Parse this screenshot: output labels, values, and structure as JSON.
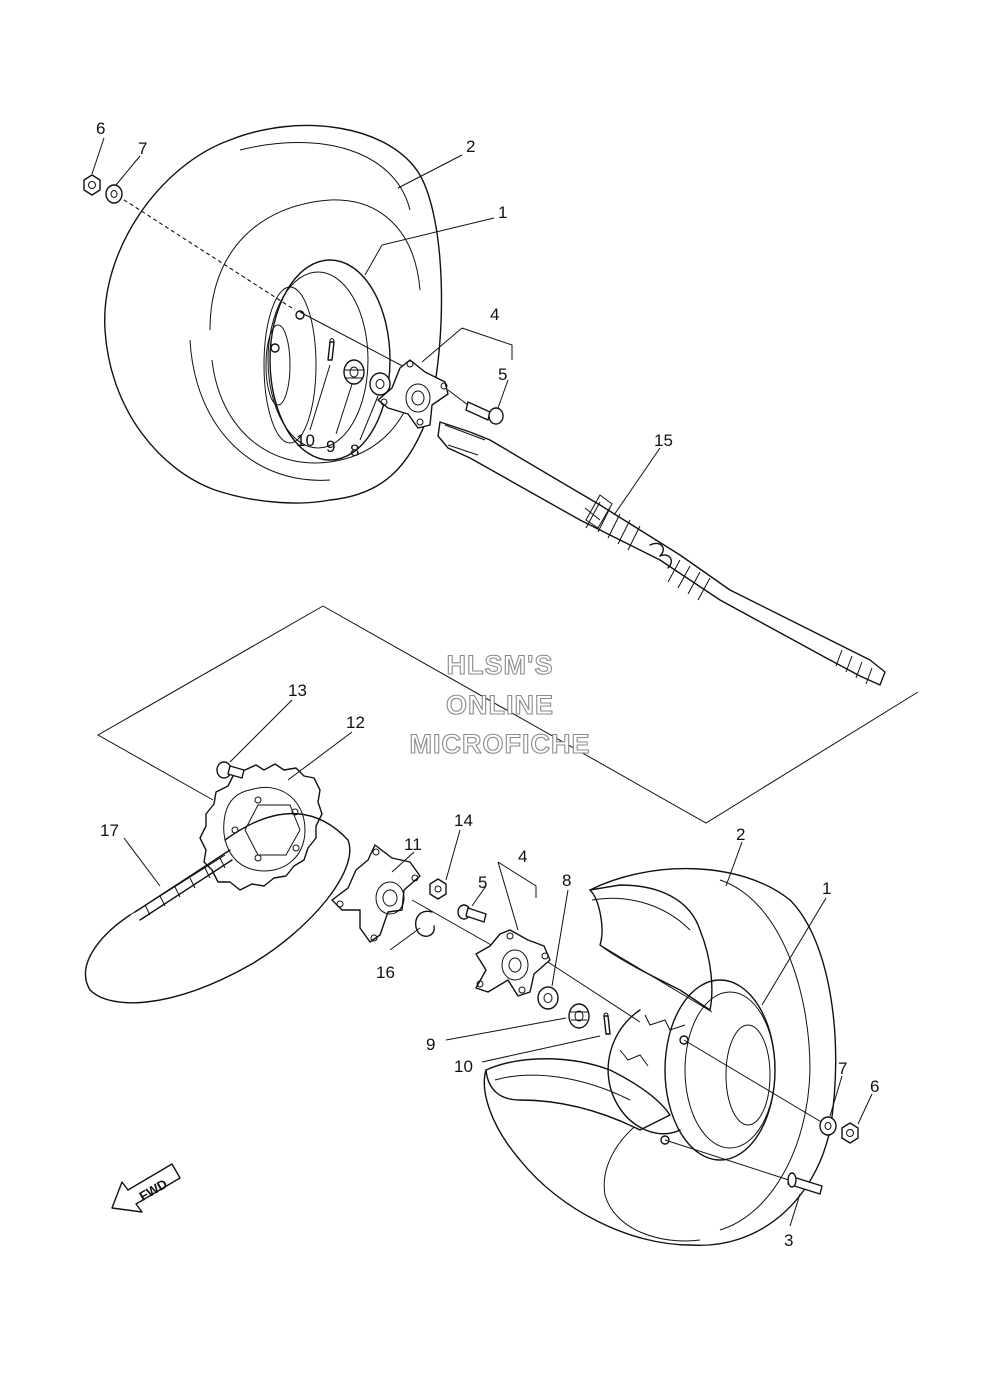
{
  "watermark": {
    "line1": "HLSM'S",
    "line2": "ONLINE",
    "line3": "MICROFICHE"
  },
  "direction_arrow": {
    "label": "FWD"
  },
  "callouts": [
    {
      "id": "c6a",
      "label": "6"
    },
    {
      "id": "c7a",
      "label": "7"
    },
    {
      "id": "c2a",
      "label": "2"
    },
    {
      "id": "c1a",
      "label": "1"
    },
    {
      "id": "c4a",
      "label": "4"
    },
    {
      "id": "c5a",
      "label": "5"
    },
    {
      "id": "c15",
      "label": "15"
    },
    {
      "id": "c10a",
      "label": "10"
    },
    {
      "id": "c9a",
      "label": "9"
    },
    {
      "id": "c8a",
      "label": "8"
    },
    {
      "id": "c13",
      "label": "13"
    },
    {
      "id": "c12",
      "label": "12"
    },
    {
      "id": "c17",
      "label": "17"
    },
    {
      "id": "c11",
      "label": "11"
    },
    {
      "id": "c14",
      "label": "14"
    },
    {
      "id": "c4b",
      "label": "4"
    },
    {
      "id": "c5b",
      "label": "5"
    },
    {
      "id": "c8b",
      "label": "8"
    },
    {
      "id": "c2b",
      "label": "2"
    },
    {
      "id": "c1b",
      "label": "1"
    },
    {
      "id": "c16",
      "label": "16"
    },
    {
      "id": "c9b",
      "label": "9"
    },
    {
      "id": "c10b",
      "label": "10"
    },
    {
      "id": "c7b",
      "label": "7"
    },
    {
      "id": "c6b",
      "label": "6"
    },
    {
      "id": "c3",
      "label": "3"
    }
  ]
}
